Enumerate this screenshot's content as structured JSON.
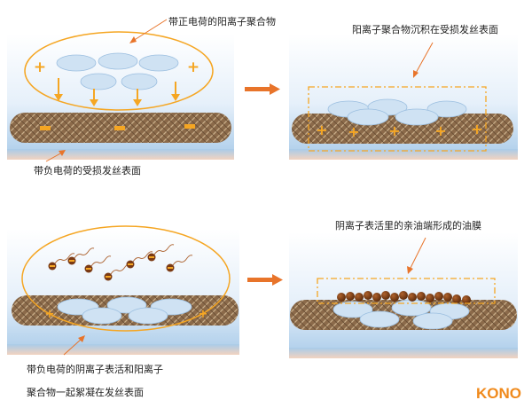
{
  "labels": {
    "panel1_top": "带正电荷的阳离子聚合物",
    "panel1_bottom": "带负电荷的受损发丝表面",
    "panel2_top": "阳离子聚合物沉积在受损发丝表面",
    "panel3_bottom_line1": "带负电荷的阴离子表活和阳离子",
    "panel3_bottom_line2": "聚合物一起絮凝在发丝表面",
    "panel4_top": "阴离子表活里的亲油端形成的油膜"
  },
  "symbols": {
    "plus": "+",
    "minus": "-"
  },
  "logo": "KONO",
  "colors": {
    "accent": "#f5a623",
    "arrow": "#e8742a",
    "hair": "#8b6a4a",
    "polymer": "#cfe2f3",
    "oil": "#7a3a14"
  }
}
